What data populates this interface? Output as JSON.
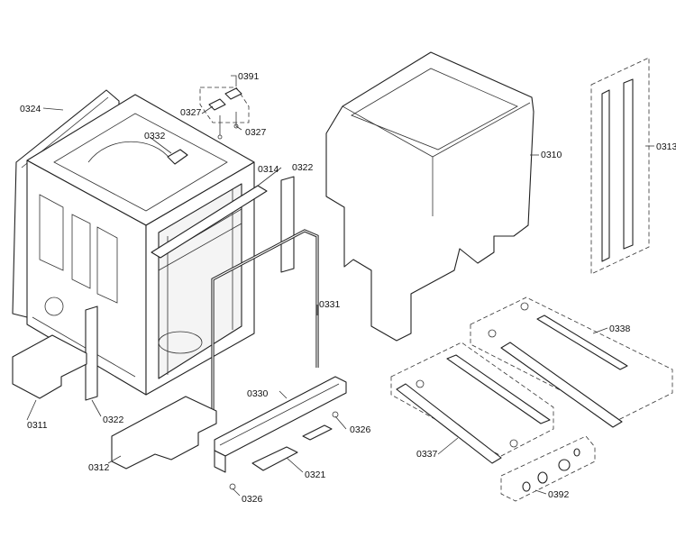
{
  "diagram": {
    "labels": {
      "p0324": "0324",
      "p0332": "0332",
      "p0327a": "0327",
      "p0391": "0391",
      "p0327b": "0327",
      "p0314": "0314",
      "p0322a": "0322",
      "p0310": "0310",
      "p0313": "0313",
      "p0331": "0331",
      "p0338": "0338",
      "p0311": "0311",
      "p0322b": "0322",
      "p0330": "0330",
      "p0326a": "0326",
      "p0312": "0312",
      "p0321": "0321",
      "p0337": "0337",
      "p0326b": "0326",
      "p0392": "0392"
    }
  }
}
